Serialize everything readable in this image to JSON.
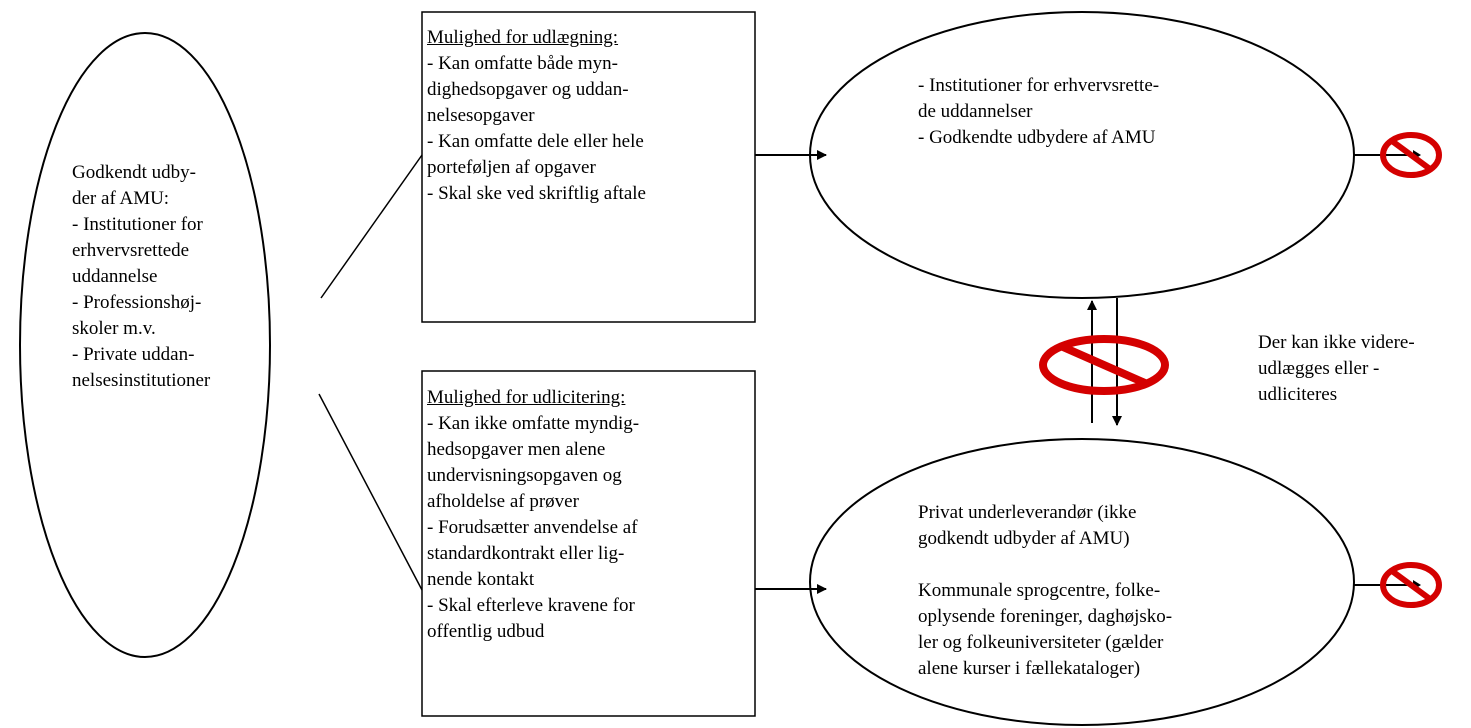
{
  "left_oval": {
    "lines": [
      "Godkendt udby-",
      "der af AMU:",
      "- Institutioner for",
      "erhvervsrettede",
      "uddannelse",
      "- Professionshøj-",
      "skoler m.v.",
      "- Private uddan-",
      "nelsesinstitutioner"
    ]
  },
  "box_udlaegning": {
    "heading": "Mulighed for udlægning:",
    "lines": [
      "- Kan omfatte både myn-",
      "dighedsopgaver og uddan-",
      "nelsesopgaver",
      "- Kan omfatte dele eller hele",
      "porteføljen af opgaver",
      "- Skal ske ved skriftlig aftale"
    ]
  },
  "box_udlicitering": {
    "heading": "Mulighed for udlicitering:",
    "lines": [
      "- Kan ikke omfatte myndig-",
      "hedsopgaver men alene",
      "undervisningsopgaven og",
      "afholdelse af prøver",
      "- Forudsætter anvendelse af",
      "standardkontrakt eller lig-",
      "nende kontakt",
      "-  Skal efterleve kravene for",
      "offentlig udbud"
    ]
  },
  "top_right_oval": {
    "lines": [
      "- Institutioner for erhvervsrette-",
      "de uddannelser",
      "- Godkendte udbydere af AMU"
    ]
  },
  "bottom_right_oval": {
    "lines": [
      "Privat underleverandør (ikke",
      "godkendt udbyder af AMU)",
      "",
      "Kommunale sprogcentre, folke-",
      "oplysende foreninger, daghøjsko-",
      "ler og folkeuniversiteter (gælder",
      "alene kurser i fællekataloger)"
    ]
  },
  "side_note": {
    "lines": [
      "Der kan ikke videre-",
      "udlægges eller -",
      "udliciteres"
    ]
  },
  "colors": {
    "prohibition_red": "#d40000",
    "line": "#000000"
  },
  "icons": {
    "prohibition": "no-entry-circle-slash"
  }
}
